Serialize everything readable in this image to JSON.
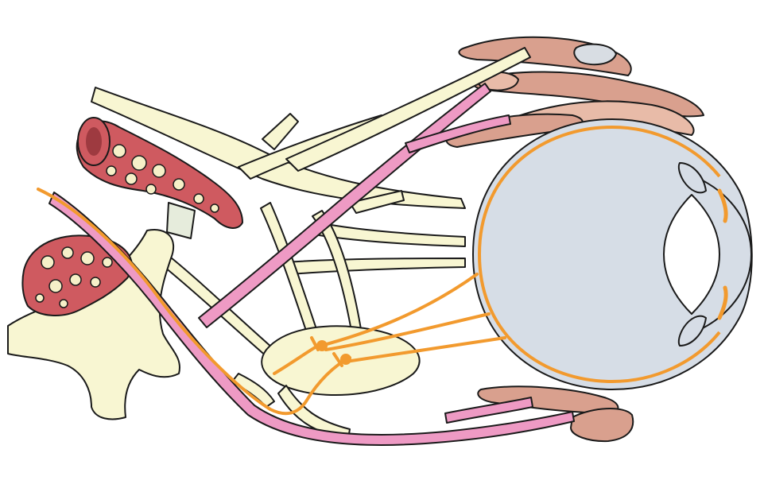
{
  "figure": {
    "colors": {
      "background": "#ffffff",
      "outline": "#1a1a1a",
      "nerve": "#f8f6d2",
      "pink_nerve": "#ee9ac4",
      "orange_fiber": "#f29a2e",
      "muscle": "#d9a08e",
      "muscle_light": "#e8bba8",
      "eyeball": "#d6dde6",
      "ganglion_red": "#cf5a60",
      "ganglion_web": "#f6f0c8",
      "tendon": "#d8dde3"
    },
    "parts": [
      "eyeball",
      "extraocular-muscles",
      "ciliary-ganglion",
      "ciliary-nerves",
      "orange-autonomic-fibers",
      "pink-nerve",
      "cranial-nerve-trunks",
      "vascular-plexus"
    ]
  }
}
